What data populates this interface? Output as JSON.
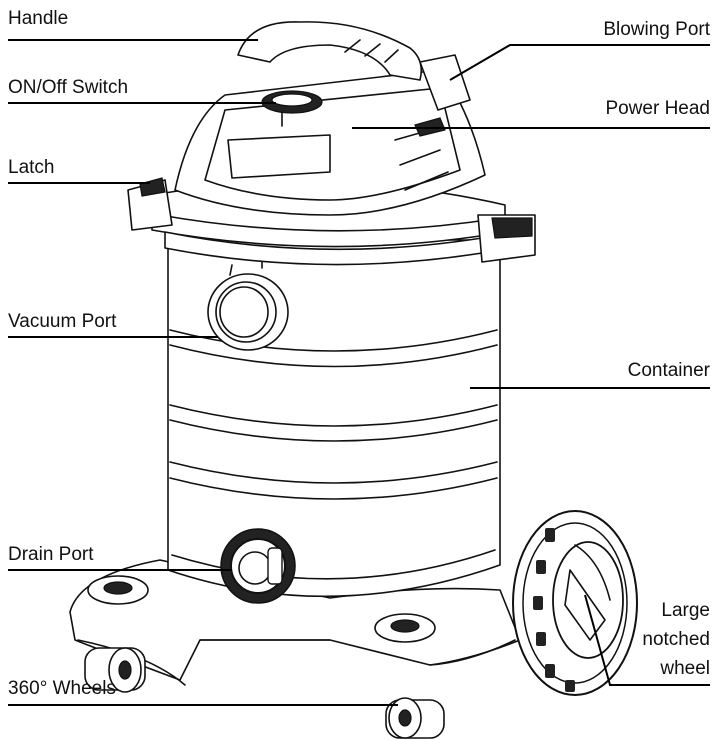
{
  "labels": {
    "handle": "Handle",
    "switch": "ON/Off Switch",
    "latch": "Latch",
    "vacuum_port": "Vacuum Port",
    "drain_port": "Drain Port",
    "wheels_360": "360° Wheels",
    "blowing_port": "Blowing Port",
    "power_head": "Power Head",
    "container": "Container",
    "wheel_line1": "Large",
    "wheel_line2": "notched",
    "wheel_line3": "wheel"
  }
}
